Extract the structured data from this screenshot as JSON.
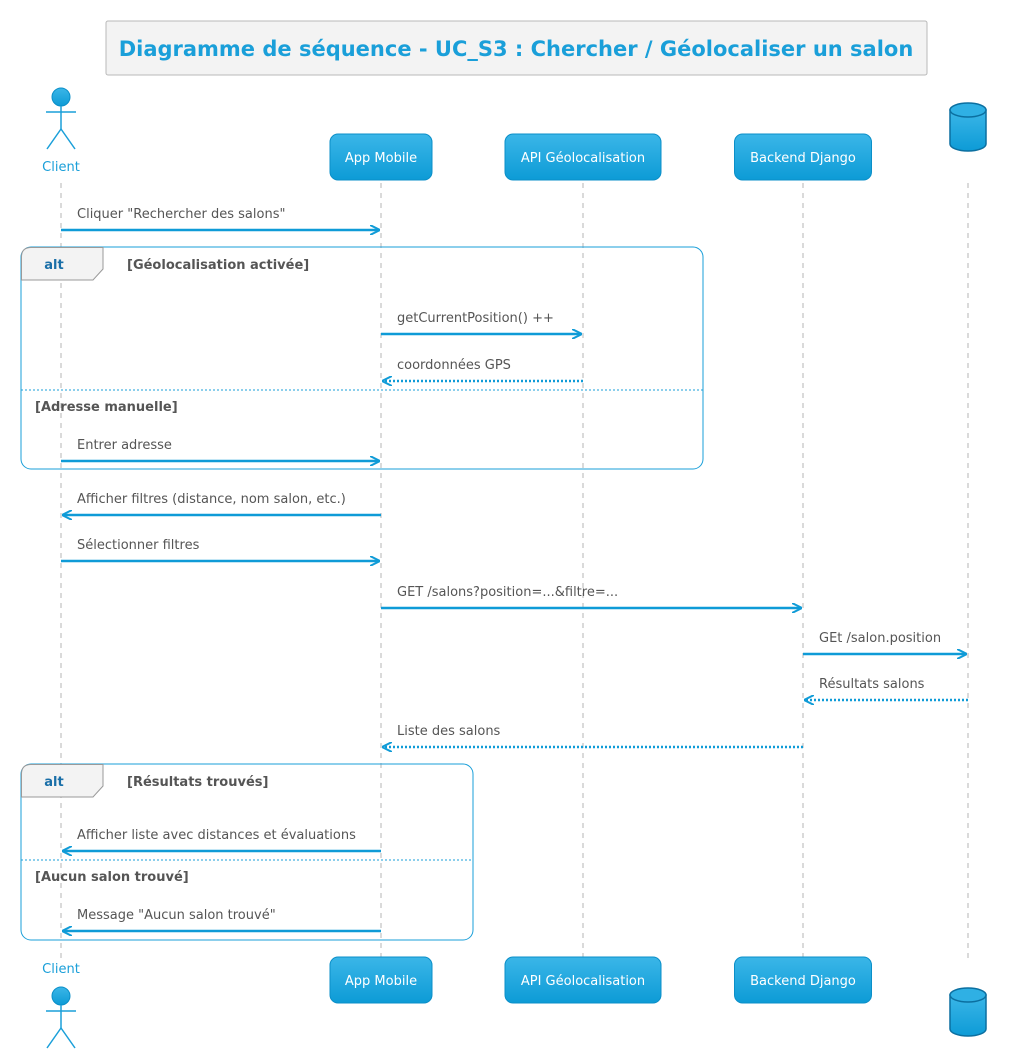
{
  "title": "Diagramme de séquence - UC_S3 : Chercher / Géolocaliser un salon",
  "colors": {
    "accent": "#1a9fd9",
    "participant_fill_top": "#3bb6e8",
    "participant_fill_bottom": "#0d9bd6",
    "arrow": "#0f9bd7",
    "fragment_border": "#1a9fd9",
    "text": "#555555"
  },
  "participants": [
    {
      "id": "client",
      "label": "Client",
      "kind": "actor"
    },
    {
      "id": "app",
      "label": "App Mobile",
      "kind": "participant"
    },
    {
      "id": "geo",
      "label": "API Géolocalisation",
      "kind": "participant"
    },
    {
      "id": "backend",
      "label": "Backend Django",
      "kind": "participant"
    },
    {
      "id": "db",
      "label": "",
      "kind": "database"
    }
  ],
  "messages": [
    {
      "from": "client",
      "to": "app",
      "label": "Cliquer \"Rechercher des salons\"",
      "style": "sync"
    },
    {
      "from": "app",
      "to": "geo",
      "label": "getCurrentPosition() ++",
      "style": "sync"
    },
    {
      "from": "geo",
      "to": "app",
      "label": "coordonnées GPS",
      "style": "return"
    },
    {
      "from": "client",
      "to": "app",
      "label": "Entrer adresse",
      "style": "sync"
    },
    {
      "from": "app",
      "to": "client",
      "label": "Afficher filtres (distance, nom salon, etc.)",
      "style": "sync"
    },
    {
      "from": "client",
      "to": "app",
      "label": "Sélectionner filtres",
      "style": "sync"
    },
    {
      "from": "app",
      "to": "backend",
      "label": "GET /salons?position=...&filtre=...",
      "style": "sync"
    },
    {
      "from": "backend",
      "to": "db",
      "label": "GEt /salon.position",
      "style": "sync"
    },
    {
      "from": "db",
      "to": "backend",
      "label": "Résultats salons",
      "style": "return"
    },
    {
      "from": "backend",
      "to": "app",
      "label": "Liste des salons",
      "style": "return"
    },
    {
      "from": "app",
      "to": "client",
      "label": "Afficher liste avec distances et évaluations",
      "style": "sync"
    },
    {
      "from": "app",
      "to": "client",
      "label": "Message \"Aucun salon trouvé\"",
      "style": "sync"
    }
  ],
  "fragments": [
    {
      "keyword": "alt",
      "first_message": 1,
      "last_message": 3,
      "operands": [
        {
          "guard": "[Géolocalisation activée]",
          "first_message": 1
        },
        {
          "guard": "[Adresse manuelle]",
          "first_message": 3
        }
      ]
    },
    {
      "keyword": "alt",
      "first_message": 10,
      "last_message": 11,
      "operands": [
        {
          "guard": "[Résultats trouvés]",
          "first_message": 10
        },
        {
          "guard": "[Aucun salon trouvé]",
          "first_message": 11
        }
      ]
    }
  ]
}
